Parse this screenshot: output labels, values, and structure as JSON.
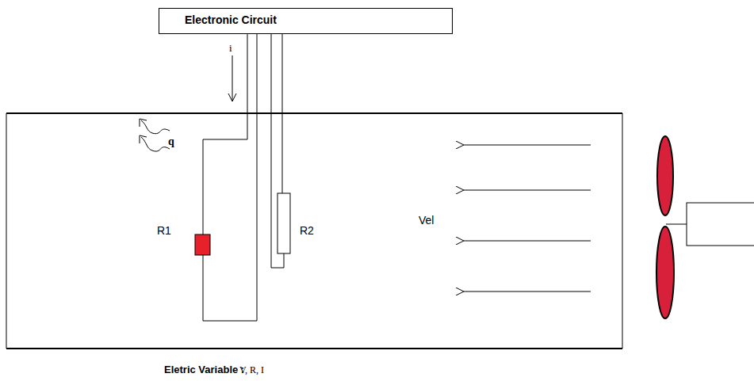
{
  "diagram": {
    "nodes": [
      {
        "text": [
          "Electronic Circuit"
        ]
      }
    ],
    "labels": [
      "i",
      "q",
      "R1",
      "R2",
      "Vel",
      "Eletric Variable :",
      "V, R, I"
    ]
  }
}
